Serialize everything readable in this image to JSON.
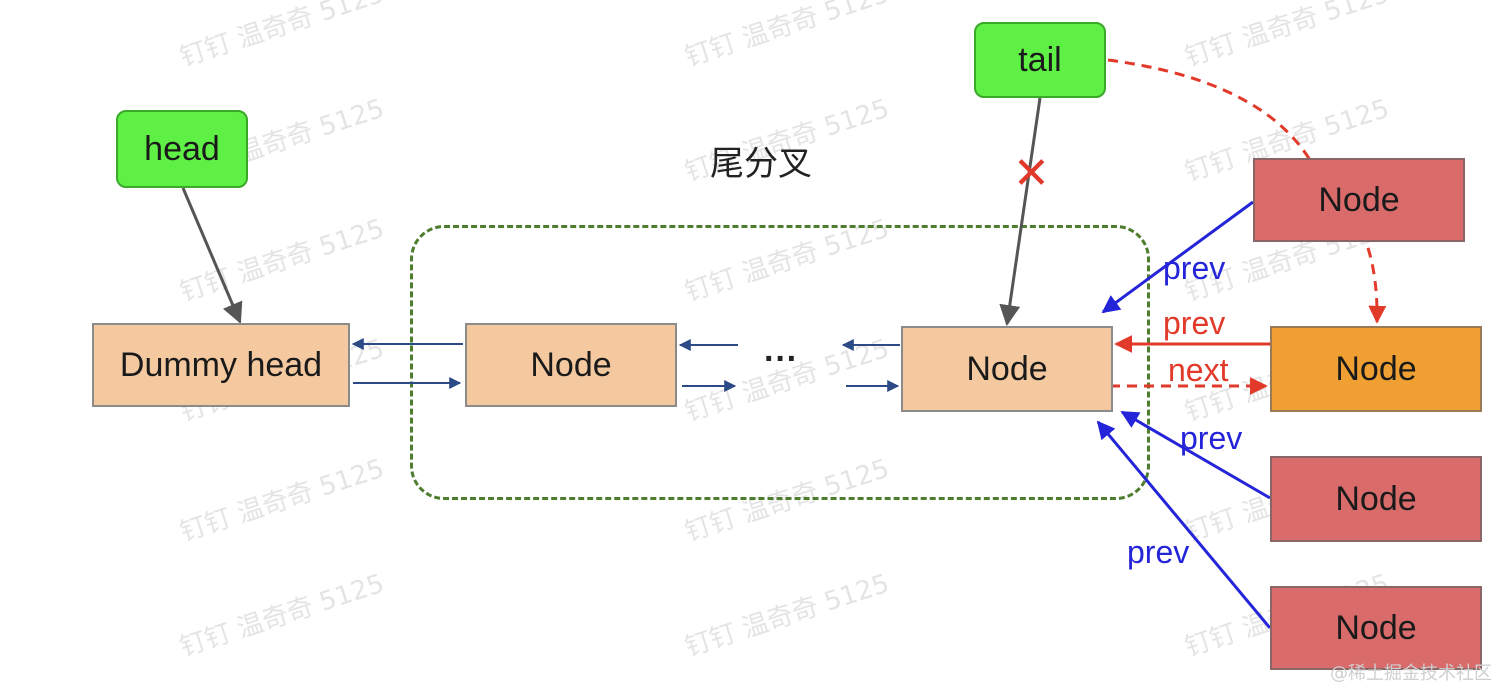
{
  "title": "尾分叉",
  "watermark": "钉钉 温奇奇 5125",
  "footer_watermark": "@稀土掘金技术社区",
  "pointers": {
    "head": "head",
    "tail": "tail"
  },
  "nodes": {
    "dummy": "Dummy head",
    "node1": "Node",
    "ellipsis": "···",
    "node_tail": "Node",
    "node_red_top": "Node",
    "node_orange": "Node",
    "node_red_mid": "Node",
    "node_red_bottom": "Node"
  },
  "edge_labels": {
    "prev_top": "prev",
    "prev_red": "prev",
    "next_red": "next",
    "prev_mid": "prev",
    "prev_bottom": "prev"
  },
  "colors": {
    "pointer_fill": "#5ff046",
    "node_fill": "#f4c9a0",
    "node_red_fill": "#d96b6b",
    "node_orange_fill": "#f0a033",
    "group_border": "#4e7d2f",
    "arrow_blue": "#2424d8",
    "arrow_red": "#e23a2a",
    "arrow_gray": "#555555",
    "arrow_navy": "#2c4a86"
  },
  "marks": {
    "removed_link": "✕"
  }
}
